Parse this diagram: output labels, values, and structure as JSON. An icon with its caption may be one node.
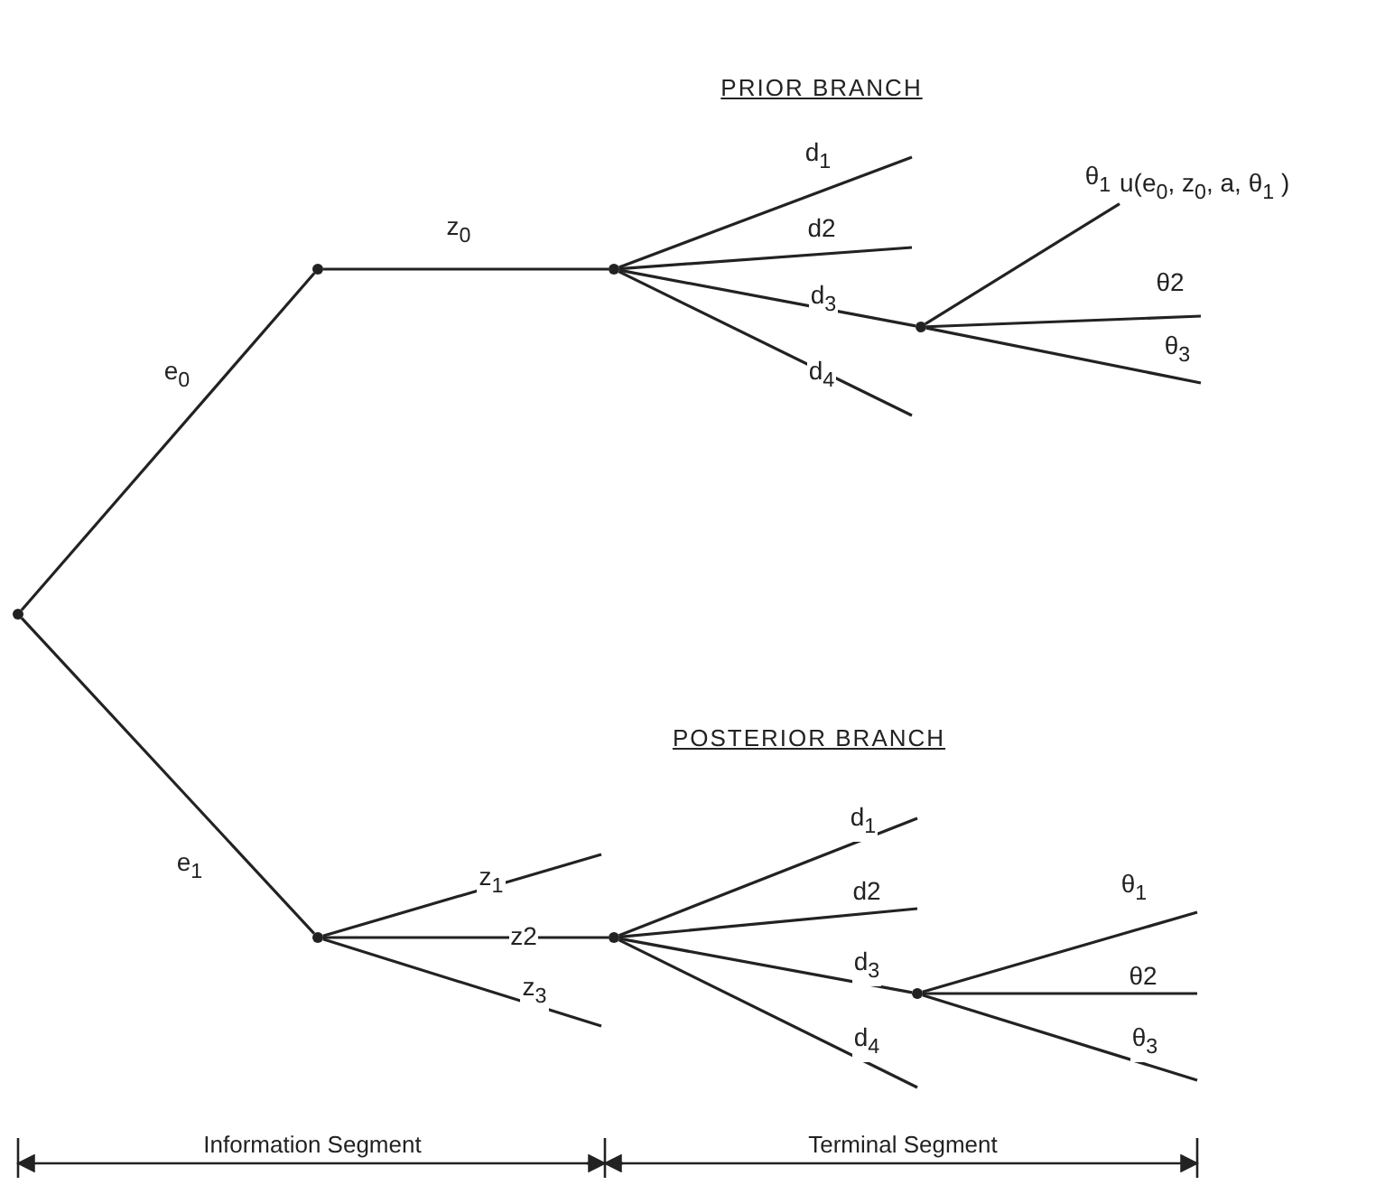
{
  "diagram": {
    "nodes": [
      {
        "text": [],
        "shape": "circle"
      },
      {
        "text": [],
        "shape": "circle"
      },
      {
        "text": [],
        "shape": "circle"
      },
      {
        "text": [],
        "shape": "circle"
      },
      {
        "text": [
          "u(e$_{0}$, z$_{0}$, a, θ$_{1}$ )"
        ]
      },
      {
        "text": [],
        "shape": "circle"
      },
      {
        "text": [],
        "shape": "circle"
      },
      {
        "text": [],
        "shape": "circle"
      }
    ],
    "edges": [
      {
        "from": 0,
        "to": 1,
        "arrow": "none",
        "label": "e$_{0}$"
      },
      {
        "from": 1,
        "to": 2,
        "arrow": "none",
        "label": "z$_{0}$"
      },
      {
        "from": 2,
        "to": null,
        "arrow": "none",
        "label": "d$_{1}$"
      },
      {
        "from": 2,
        "to": null,
        "arrow": "none",
        "label": "d2"
      },
      {
        "from": 2,
        "to": 3,
        "arrow": "none",
        "label": "d$_{3}$"
      },
      {
        "from": 2,
        "to": null,
        "arrow": "none",
        "label": "d$_{4}$"
      },
      {
        "from": 3,
        "to": 4,
        "arrow": "none",
        "label": "θ$_{1}$"
      },
      {
        "from": 3,
        "to": null,
        "arrow": "none",
        "label": "θ2"
      },
      {
        "from": 3,
        "to": null,
        "arrow": "none",
        "label": "θ$_{3}$"
      },
      {
        "from": 0,
        "to": 5,
        "arrow": "none",
        "label": "e$_{1}$"
      },
      {
        "from": 5,
        "to": null,
        "arrow": "none",
        "label": "z$_{1}$"
      },
      {
        "from": 5,
        "to": 6,
        "arrow": "none",
        "label": "z2"
      },
      {
        "from": 5,
        "to": null,
        "arrow": "none",
        "label": "z$_{3}$"
      },
      {
        "from": 6,
        "to": null,
        "arrow": "none",
        "label": "d$_{1}$"
      },
      {
        "from": 6,
        "to": null,
        "arrow": "none",
        "label": "d2"
      },
      {
        "from": 6,
        "to": 7,
        "arrow": "none",
        "label": "d$_{3}$"
      },
      {
        "from": 6,
        "to": null,
        "arrow": "none",
        "label": "d$_{4}$"
      },
      {
        "from": 7,
        "to": null,
        "arrow": "none",
        "label": "θ$_{1}$"
      },
      {
        "from": 7,
        "to": null,
        "arrow": "none",
        "label": "θ2"
      },
      {
        "from": 7,
        "to": null,
        "arrow": "none",
        "label": "θ$_{3}$"
      }
    ],
    "labels": [
      "PRIOR BRANCH",
      "POSTERIOR BRANCH",
      "Information Segment",
      "Terminal Segment"
    ]
  }
}
